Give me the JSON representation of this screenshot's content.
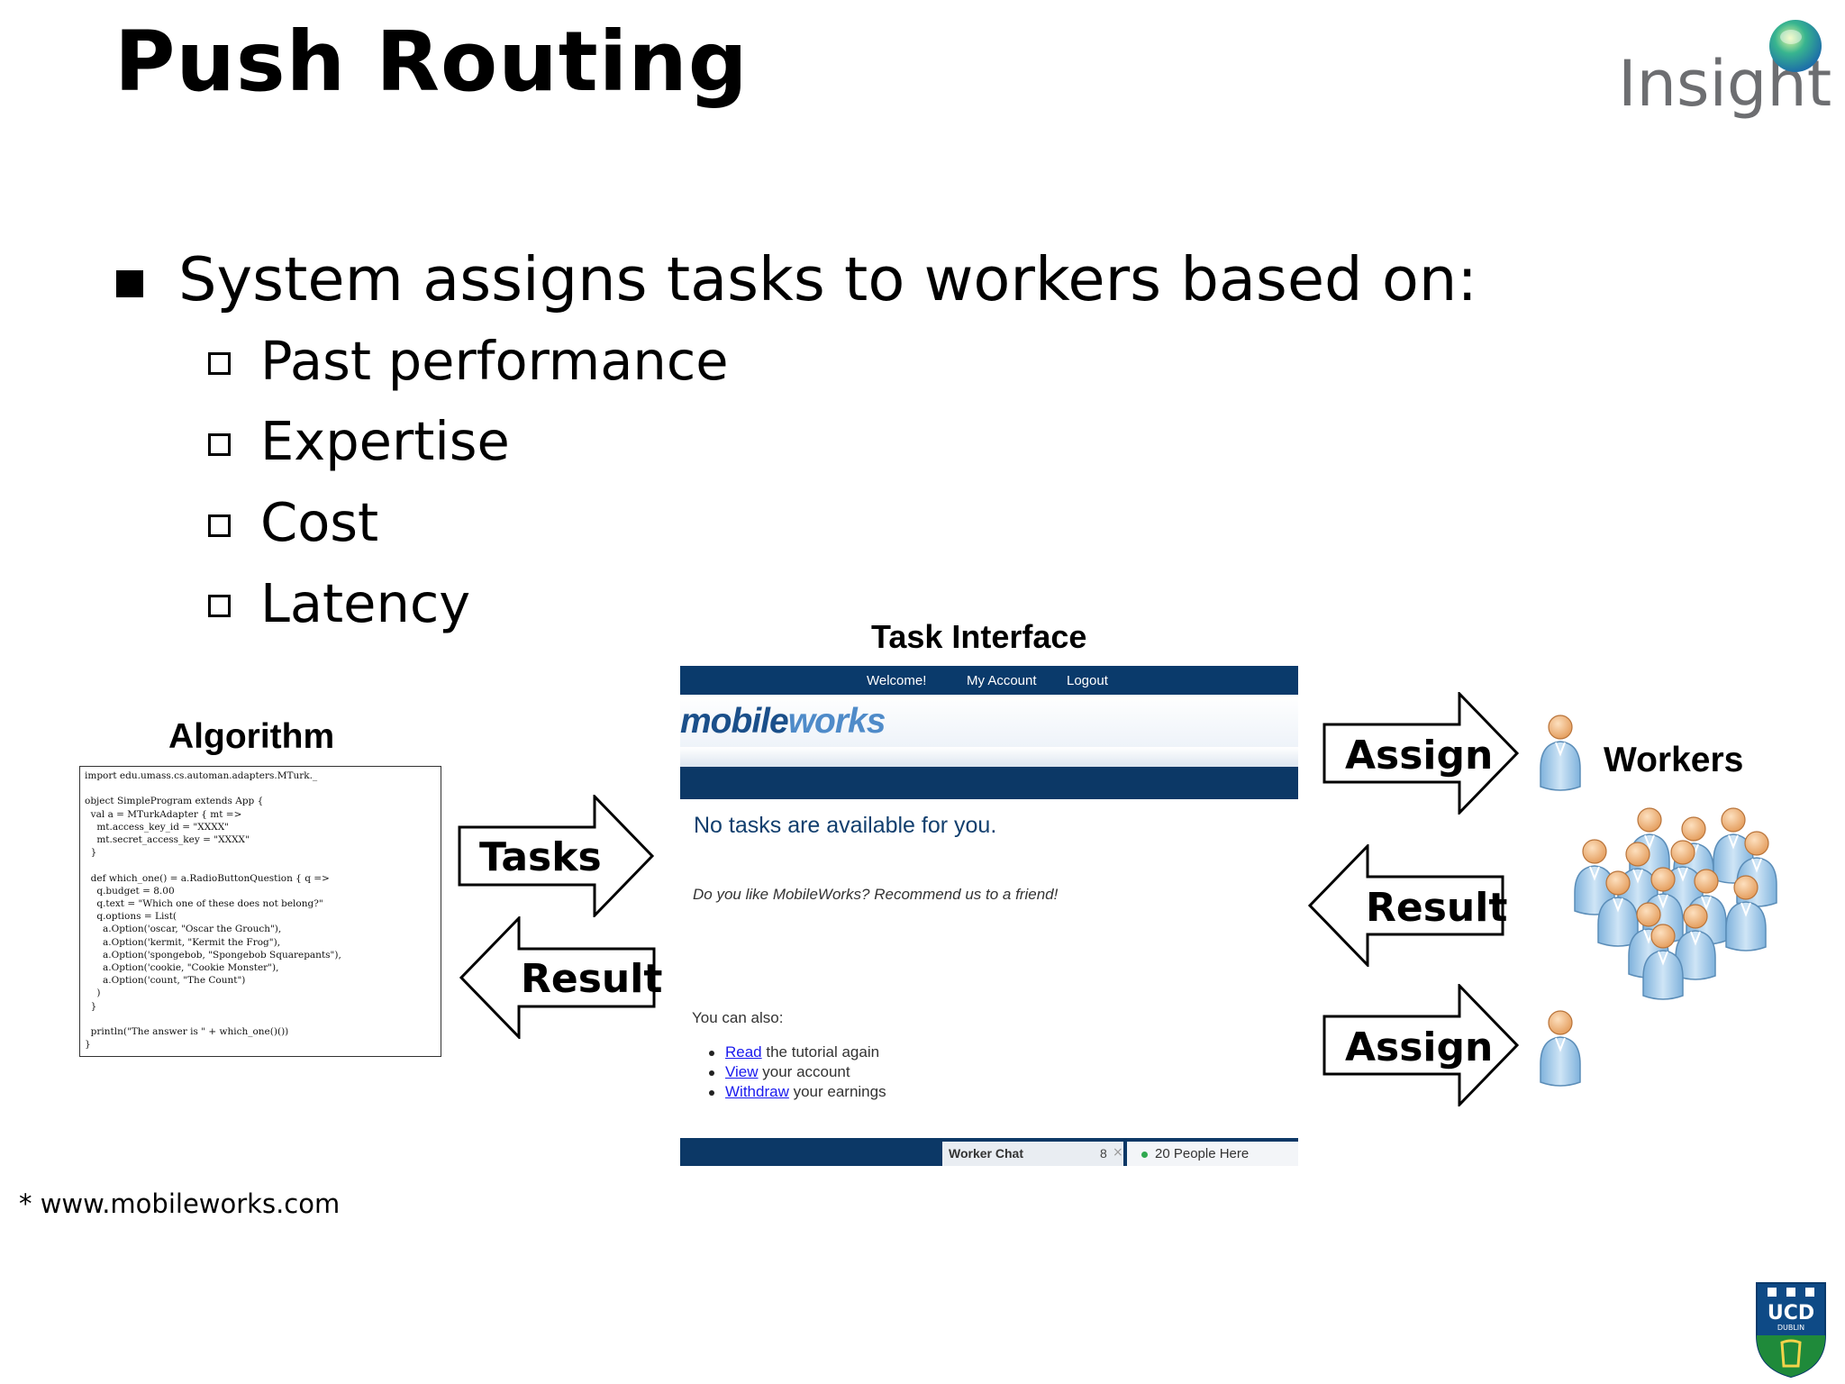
{
  "slide": {
    "title": "Push Routing",
    "logo": {
      "text": "Insight",
      "icon": "insight-orb-icon"
    },
    "main_bullet": "System assigns tasks to workers based on:",
    "sub_bullets": [
      "Past performance",
      "Expertise",
      "Cost",
      "Latency"
    ],
    "footnote": "* www.mobileworks.com",
    "crest": {
      "text": "UCD",
      "subtext": "DUBLIN"
    }
  },
  "diagram": {
    "algorithm_title": "Algorithm",
    "code_lines": [
      "import edu.umass.cs.automan.adapters.MTurk._",
      "",
      "object SimpleProgram extends App {",
      "  val a = MTurkAdapter { mt =>",
      "    mt.access_key_id = \"XXXX\"",
      "    mt.secret_access_key = \"XXXX\"",
      "  }",
      "",
      "  def which_one() = a.RadioButtonQuestion { q =>",
      "    q.budget = 8.00",
      "    q.text = \"Which one of these does not belong?\"",
      "    q.options = List(",
      "      a.Option('oscar, \"Oscar the Grouch\"),",
      "      a.Option('kermit, \"Kermit the Frog\"),",
      "      a.Option('spongebob, \"Spongebob Squarepants\"),",
      "      a.Option('cookie, \"Cookie Monster\"),",
      "      a.Option('count, \"The Count\")",
      "    )",
      "  }",
      "",
      "  println(\"The answer is \" + which_one()())",
      "}"
    ],
    "tasks_label": "Tasks",
    "result_left_label": "Result",
    "task_interface_title": "Task Interface",
    "assign_top_label": "Assign",
    "result_right_label": "Result",
    "assign_bottom_label": "Assign",
    "workers_label": "Workers"
  },
  "task_ui": {
    "nav": [
      "Welcome!",
      "My Account",
      "Logout"
    ],
    "brand_part1": "mobile",
    "brand_part2": "works",
    "no_tasks": "No tasks are available for you.",
    "recommend": "Do you like MobileWorks? Recommend us to a friend!",
    "also": "You can also:",
    "links": [
      {
        "link": "Read",
        "rest": " the tutorial again"
      },
      {
        "link": "View",
        "rest": " your account"
      },
      {
        "link": "Withdraw",
        "rest": " your earnings"
      }
    ],
    "chat_label": "Worker Chat",
    "chat_count": "8",
    "people_label": "20 People Here"
  },
  "colors": {
    "ui_navy": "#0c3866",
    "link_blue": "#1a1aee",
    "logo_grey": "#6d6e71",
    "worker_skin": "#f0b27a",
    "worker_body": "#9cc7e8"
  }
}
